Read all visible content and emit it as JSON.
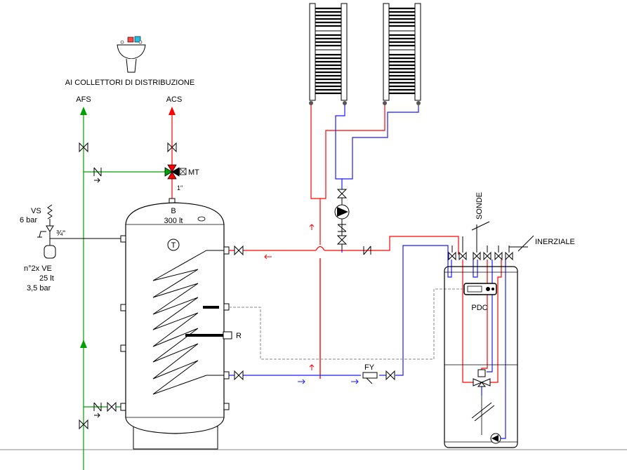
{
  "labels": {
    "collectors": "AI COLLETTORI DI DISTRIBUZIONE",
    "afs": "AFS",
    "acs": "ACS",
    "mt": "MT",
    "inch1": "1\"",
    "b": "B",
    "tank_volume": "300 lt",
    "vs": "VS",
    "vs_pressure": "6 bar",
    "three_quarter": "¾\"",
    "ve_count": "n°2x VE",
    "ve_volume": "25 lt",
    "ve_pressure": "3,5 bar",
    "r": "R",
    "t": "T",
    "fy": "FY",
    "pdc": "PDC",
    "sonde": "SONDE",
    "inerziale": "INERZIALE"
  },
  "colors": {
    "hot": "#ff0000",
    "cold": "#1a1aff",
    "fresh_water": "#00a000",
    "outline": "#000000",
    "control": "#888888"
  }
}
